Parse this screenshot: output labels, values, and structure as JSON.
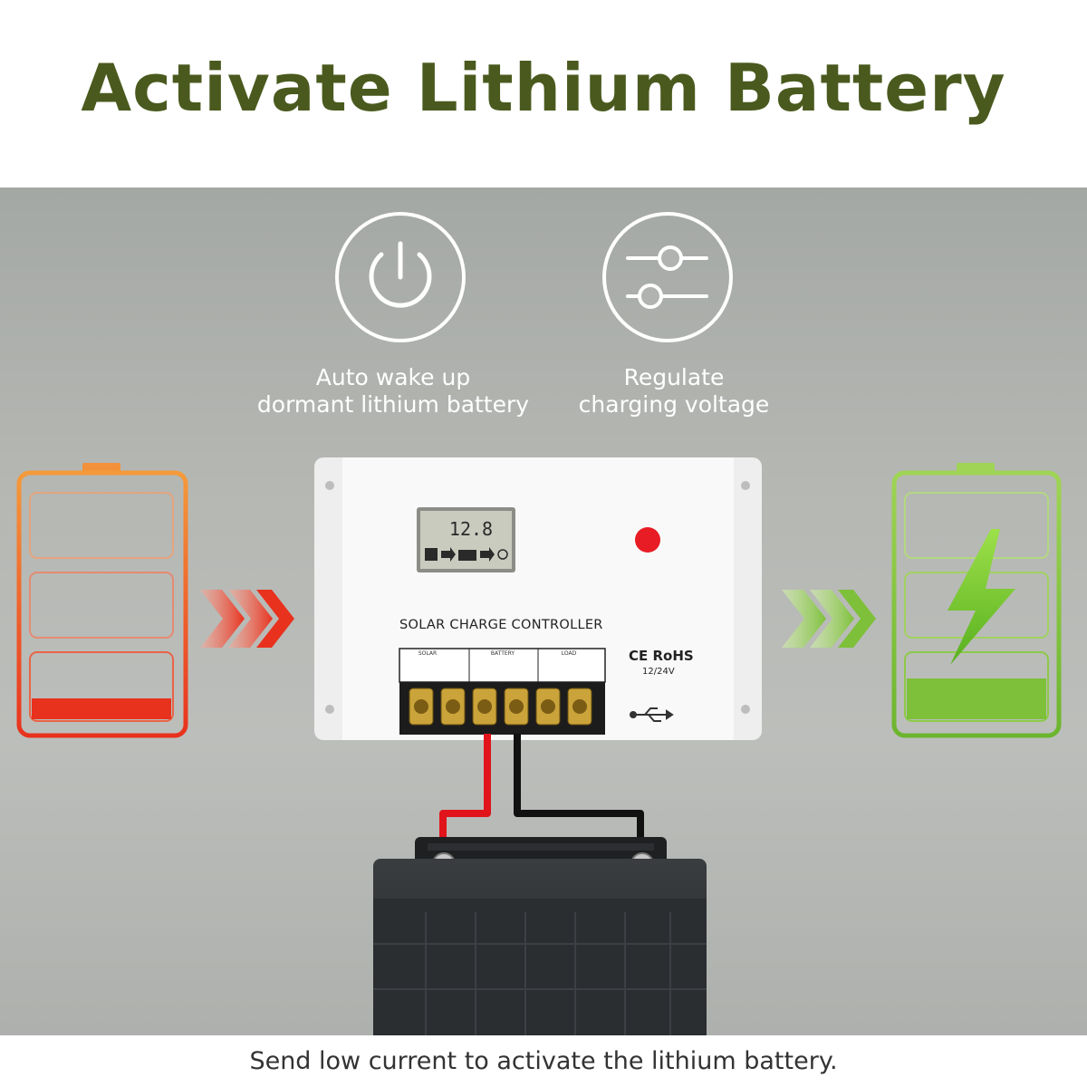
{
  "title": "Activate Lithium Battery",
  "features": [
    {
      "icon": "power-icon",
      "line1": "Auto wake up",
      "line2": "dormant lithium battery"
    },
    {
      "icon": "slider-adjust-icon",
      "line1": "Regulate",
      "line2": "charging voltage"
    }
  ],
  "controller": {
    "label": "SOLAR CHARGE CONTROLLER",
    "certification": "CE RoHS",
    "voltage": "12/24V",
    "terminals": [
      "SOLAR",
      "BATTERY",
      "LOAD"
    ],
    "lcd_reading": "12.8"
  },
  "battery_low": {
    "charge_level": 0.15,
    "color": "#e8321e"
  },
  "battery_full": {
    "charge_level": 0.3,
    "color": "#7ec03a"
  },
  "caption": "Send low current to activate the lithium battery."
}
